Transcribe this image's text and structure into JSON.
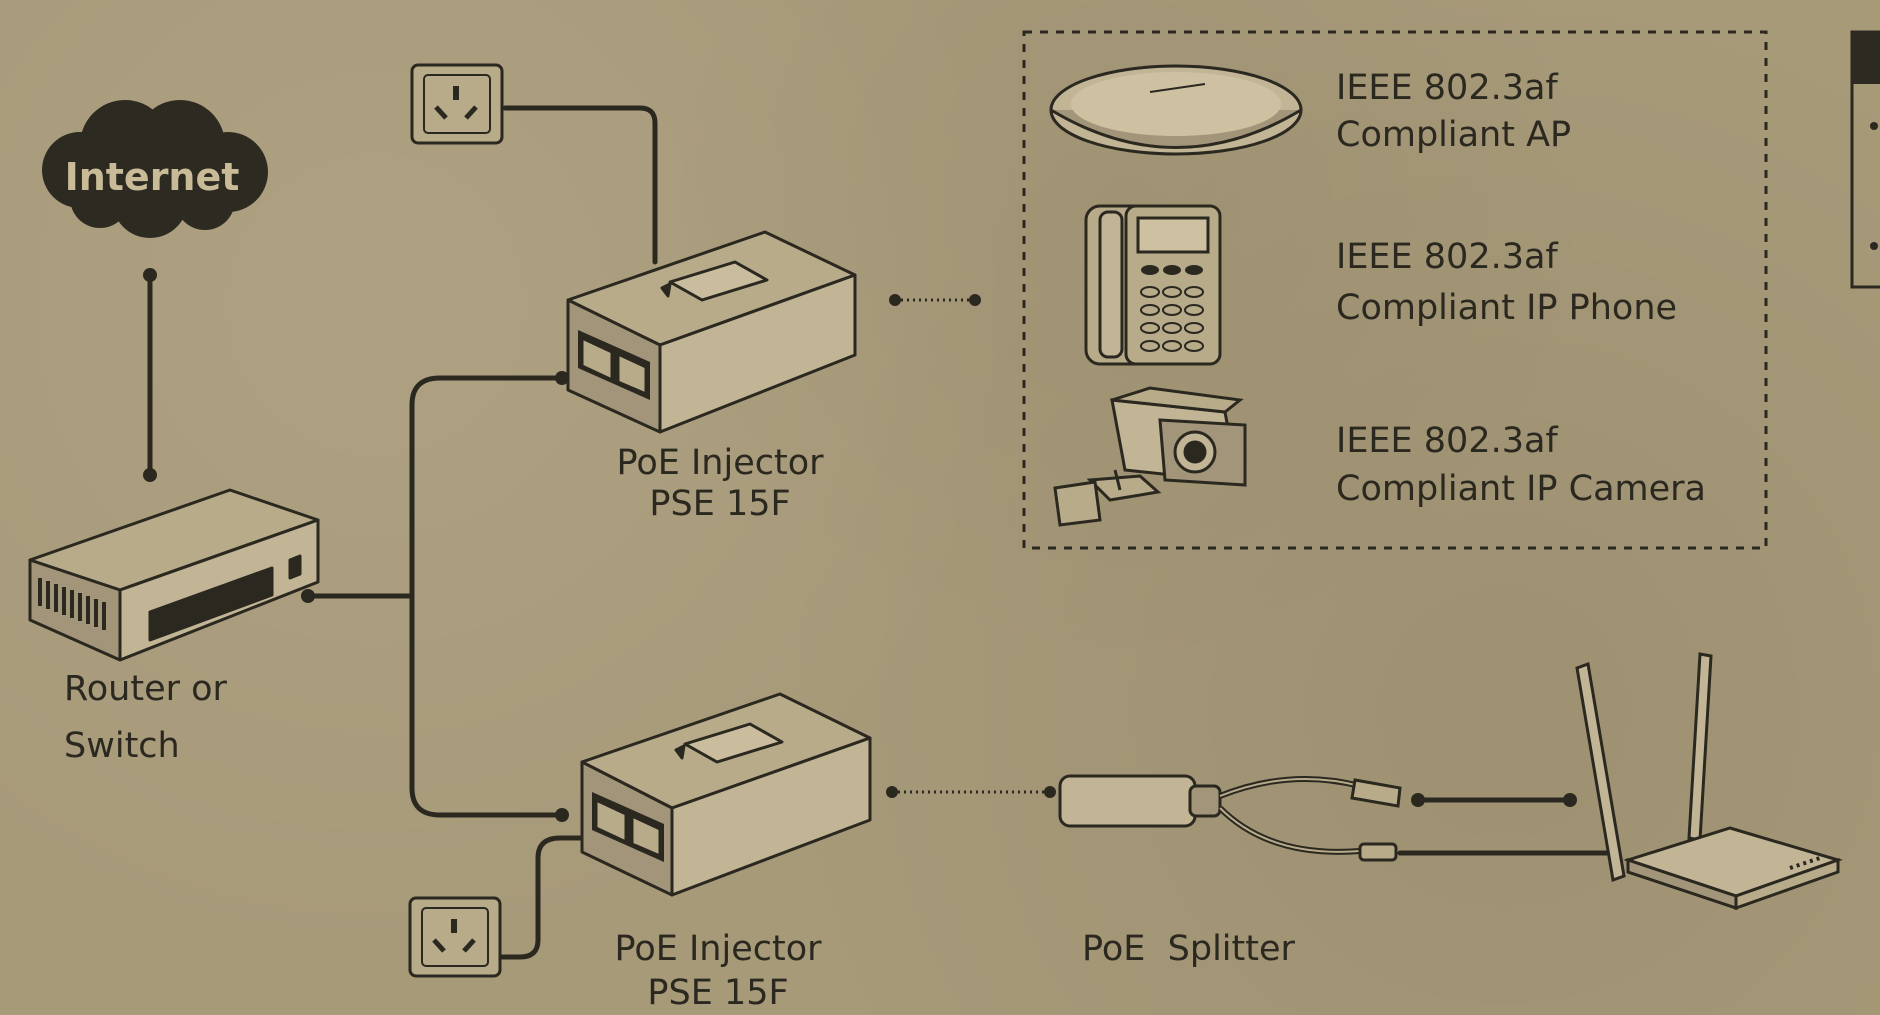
{
  "cloud": {
    "label": "Internet"
  },
  "router": {
    "label_line1": "Router or",
    "label_line2": "Switch"
  },
  "injector_top": {
    "label_line1": "PoE Injector",
    "label_line2": "PSE 15F"
  },
  "injector_bottom": {
    "label_line1": "PoE Injector",
    "label_line2": "PSE 15F"
  },
  "splitter": {
    "label": "PoE  Splitter"
  },
  "devices": [
    {
      "line1": "IEEE 802.3af",
      "line2": "Compliant AP"
    },
    {
      "line1": "IEEE 802.3af",
      "line2": "Compliant IP Phone"
    },
    {
      "line1": "IEEE 802.3af",
      "line2": "Compliant IP Camera"
    }
  ],
  "colors": {
    "background": "#a79a79",
    "ink": "#2b2820",
    "cloud_fill": "#2d2a22",
    "cloud_text": "#c9bb98",
    "device_fill": "#b7ab8a"
  }
}
